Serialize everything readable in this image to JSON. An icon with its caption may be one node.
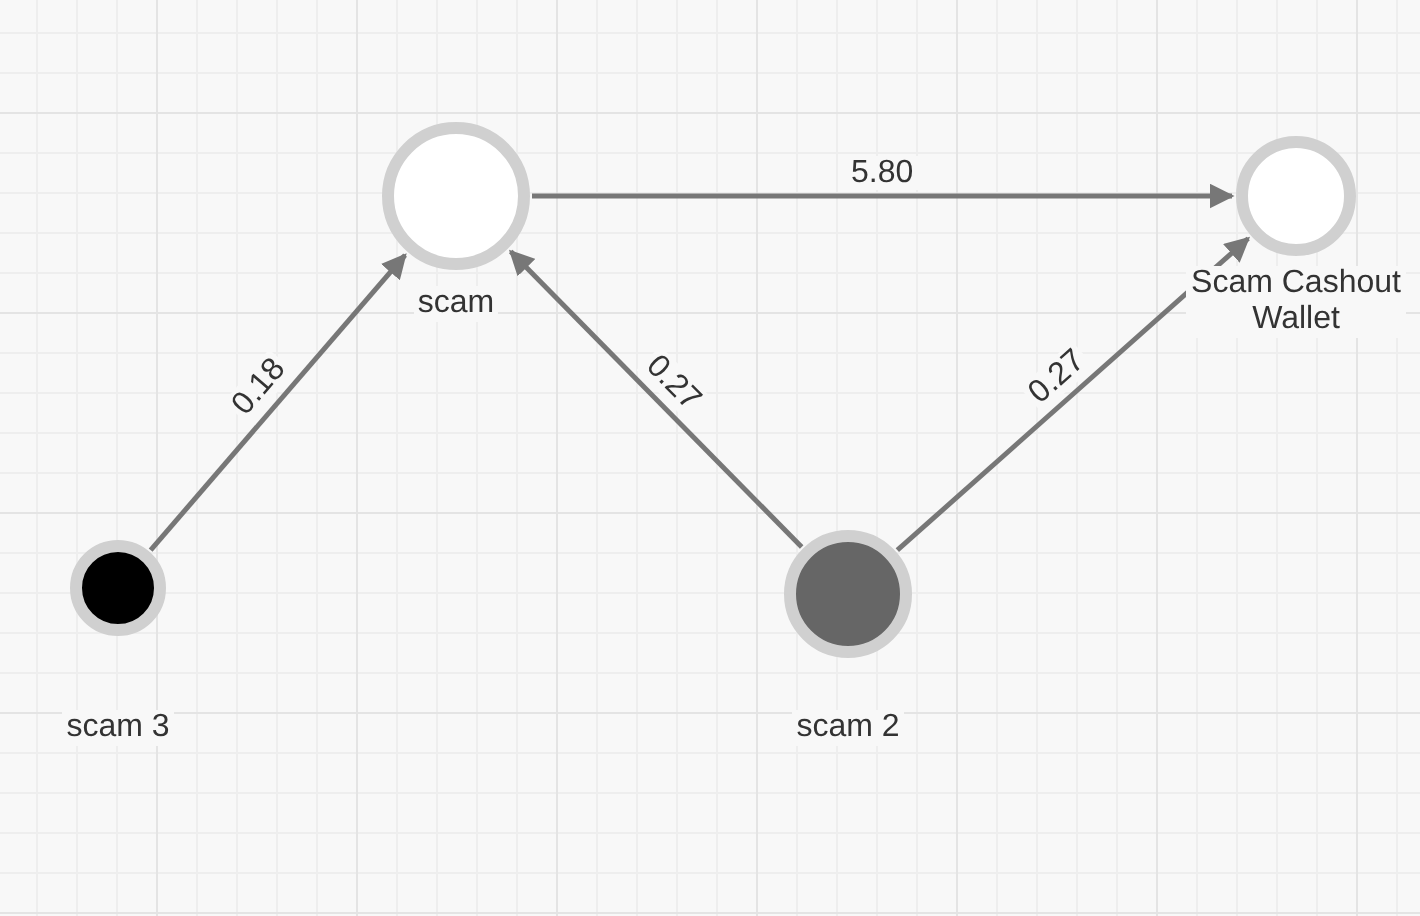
{
  "diagram": {
    "nodes": [
      {
        "text": [
          "scam"
        ]
      },
      {
        "text": [
          "Scam Cashout Wallet"
        ]
      },
      {
        "text": [
          "scam 3"
        ]
      },
      {
        "text": [
          "scam 2"
        ]
      }
    ],
    "edges": [
      {
        "from": 0,
        "to": 1,
        "arrow": "to",
        "label": "5.80"
      },
      {
        "from": 2,
        "to": 0,
        "arrow": "to",
        "label": "0.18"
      },
      {
        "from": 3,
        "to": 0,
        "arrow": "to",
        "label": "0.27"
      },
      {
        "from": 3,
        "to": 1,
        "arrow": "to",
        "label": "0.27"
      }
    ]
  }
}
